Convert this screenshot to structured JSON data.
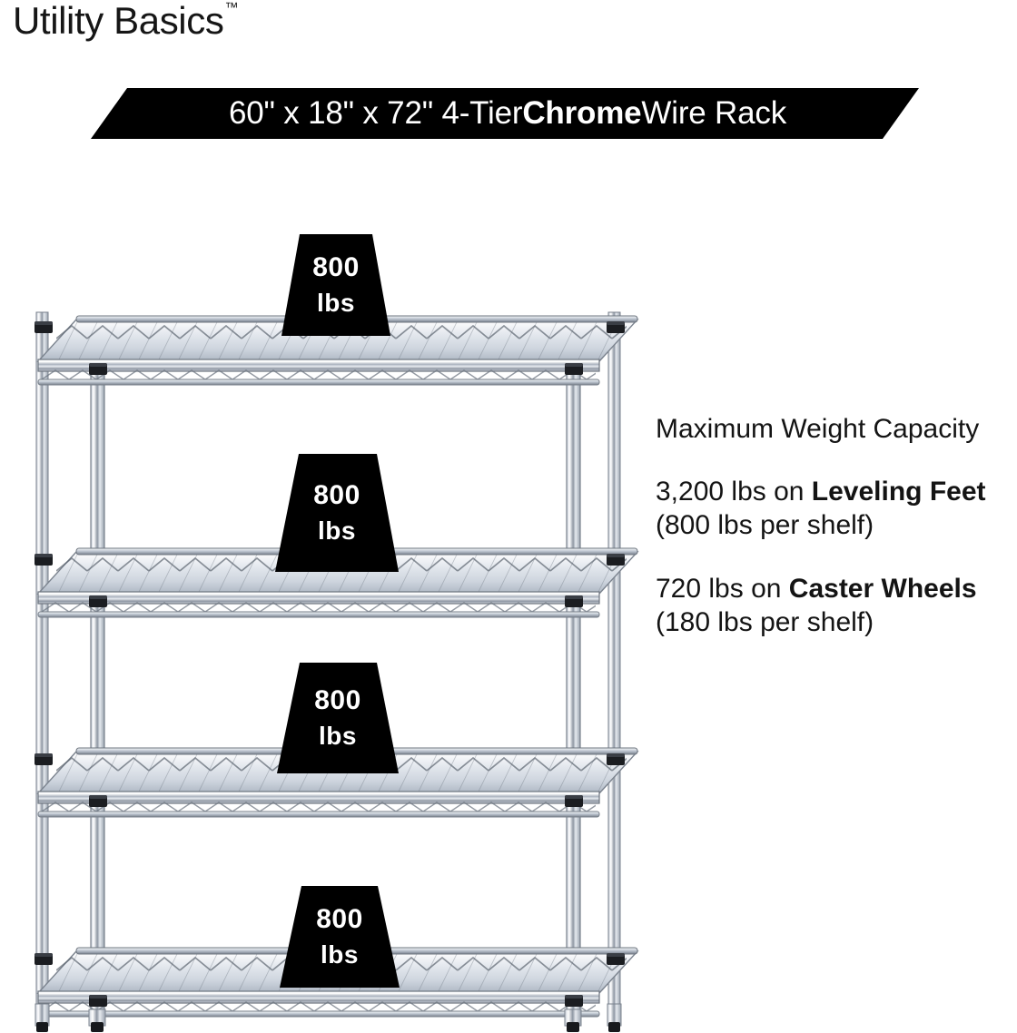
{
  "brand": {
    "name": "Utility Basics",
    "trademark": "™"
  },
  "banner": {
    "prefix": "60\" x 18\" x 72\" 4-Tier ",
    "emphasis": "Chrome",
    "suffix": " Wire Rack",
    "background_color": "#000000",
    "text_color": "#ffffff"
  },
  "info": {
    "heading": "Maximum Weight Capacity",
    "capacities": [
      {
        "lead": "3,200 lbs on ",
        "emphasis": "Leveling Feet",
        "tail": " (800 lbs per shelf)"
      },
      {
        "lead": "720 lbs on ",
        "emphasis": "Caster Wheels",
        "tail": " (180 lbs per shelf)"
      }
    ]
  },
  "rack": {
    "tiers": 4,
    "finish": "chrome",
    "badge_value": "800",
    "badge_unit": "lbs",
    "badges": [
      {
        "value": "800",
        "unit": "lbs",
        "tier": 1
      },
      {
        "value": "800",
        "unit": "lbs",
        "tier": 2
      },
      {
        "value": "800",
        "unit": "lbs",
        "tier": 3
      },
      {
        "value": "800",
        "unit": "lbs",
        "tier": 4
      }
    ]
  }
}
